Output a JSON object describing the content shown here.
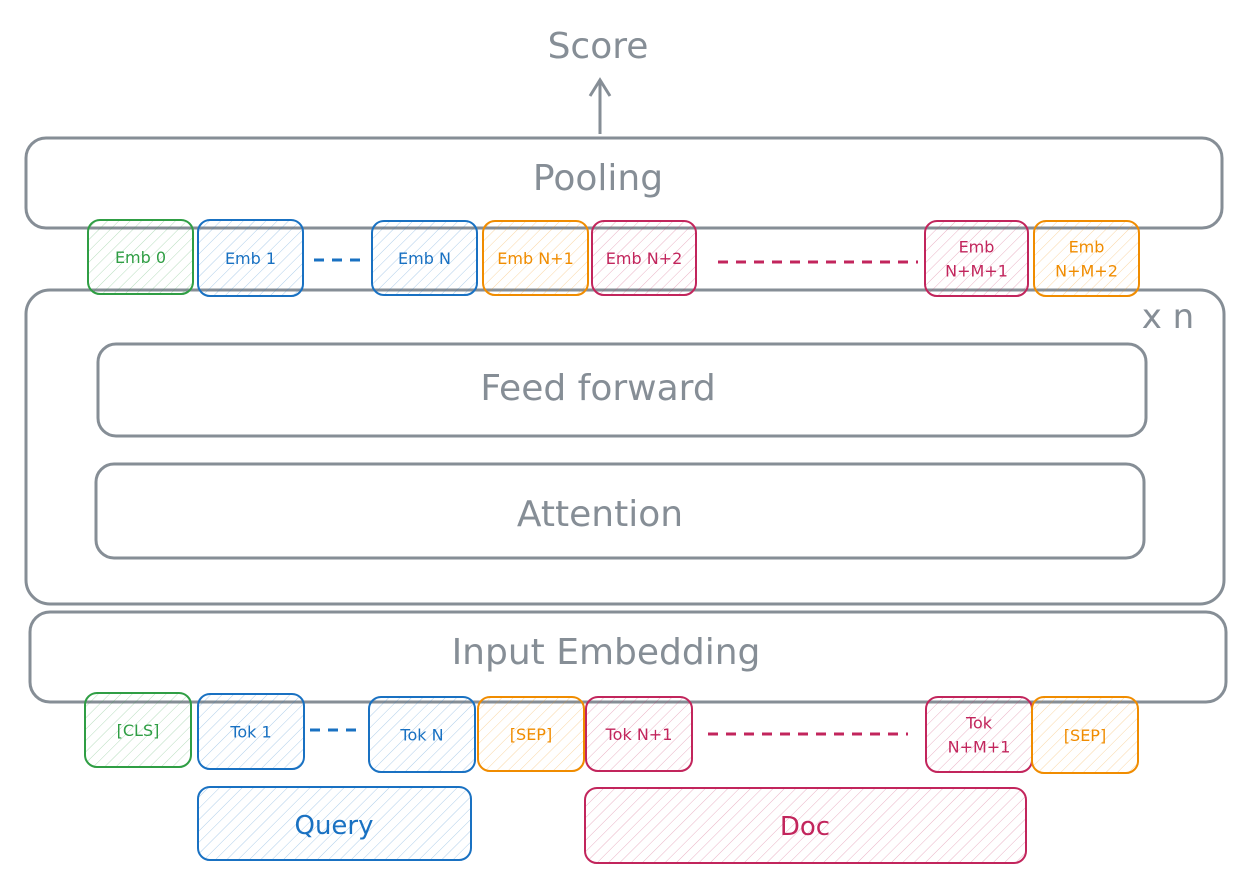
{
  "title": "Score",
  "blocks": {
    "pooling": "Pooling",
    "feed_forward": "Feed forward",
    "attention": "Attention",
    "input_embedding": "Input Embedding",
    "repeat": "x n"
  },
  "colors": {
    "gray": "#868e96",
    "green": "#2f9e44",
    "blue": "#1971c2",
    "orange": "#f08c00",
    "crimson": "#c2255c"
  },
  "embeddings": [
    {
      "line1": "Emb 0",
      "line2": "",
      "color": "green"
    },
    {
      "line1": "Emb 1",
      "line2": "",
      "color": "blue"
    },
    {
      "line1": "Emb N",
      "line2": "",
      "color": "blue"
    },
    {
      "line1": "Emb N+1",
      "line2": "",
      "color": "orange"
    },
    {
      "line1": "Emb N+2",
      "line2": "",
      "color": "crimson"
    },
    {
      "line1": "Emb",
      "line2": "N+M+1",
      "color": "crimson"
    },
    {
      "line1": "Emb",
      "line2": "N+M+2",
      "color": "orange"
    }
  ],
  "tokens": [
    {
      "line1": "[CLS]",
      "line2": "",
      "color": "green"
    },
    {
      "line1": "Tok 1",
      "line2": "",
      "color": "blue"
    },
    {
      "line1": "Tok N",
      "line2": "",
      "color": "blue"
    },
    {
      "line1": "[SEP]",
      "line2": "",
      "color": "orange"
    },
    {
      "line1": "Tok N+1",
      "line2": "",
      "color": "crimson"
    },
    {
      "line1": "Tok",
      "line2": "N+M+1",
      "color": "crimson"
    },
    {
      "line1": "[SEP]",
      "line2": "",
      "color": "orange"
    }
  ],
  "segments": {
    "query": "Query",
    "doc": "Doc"
  }
}
